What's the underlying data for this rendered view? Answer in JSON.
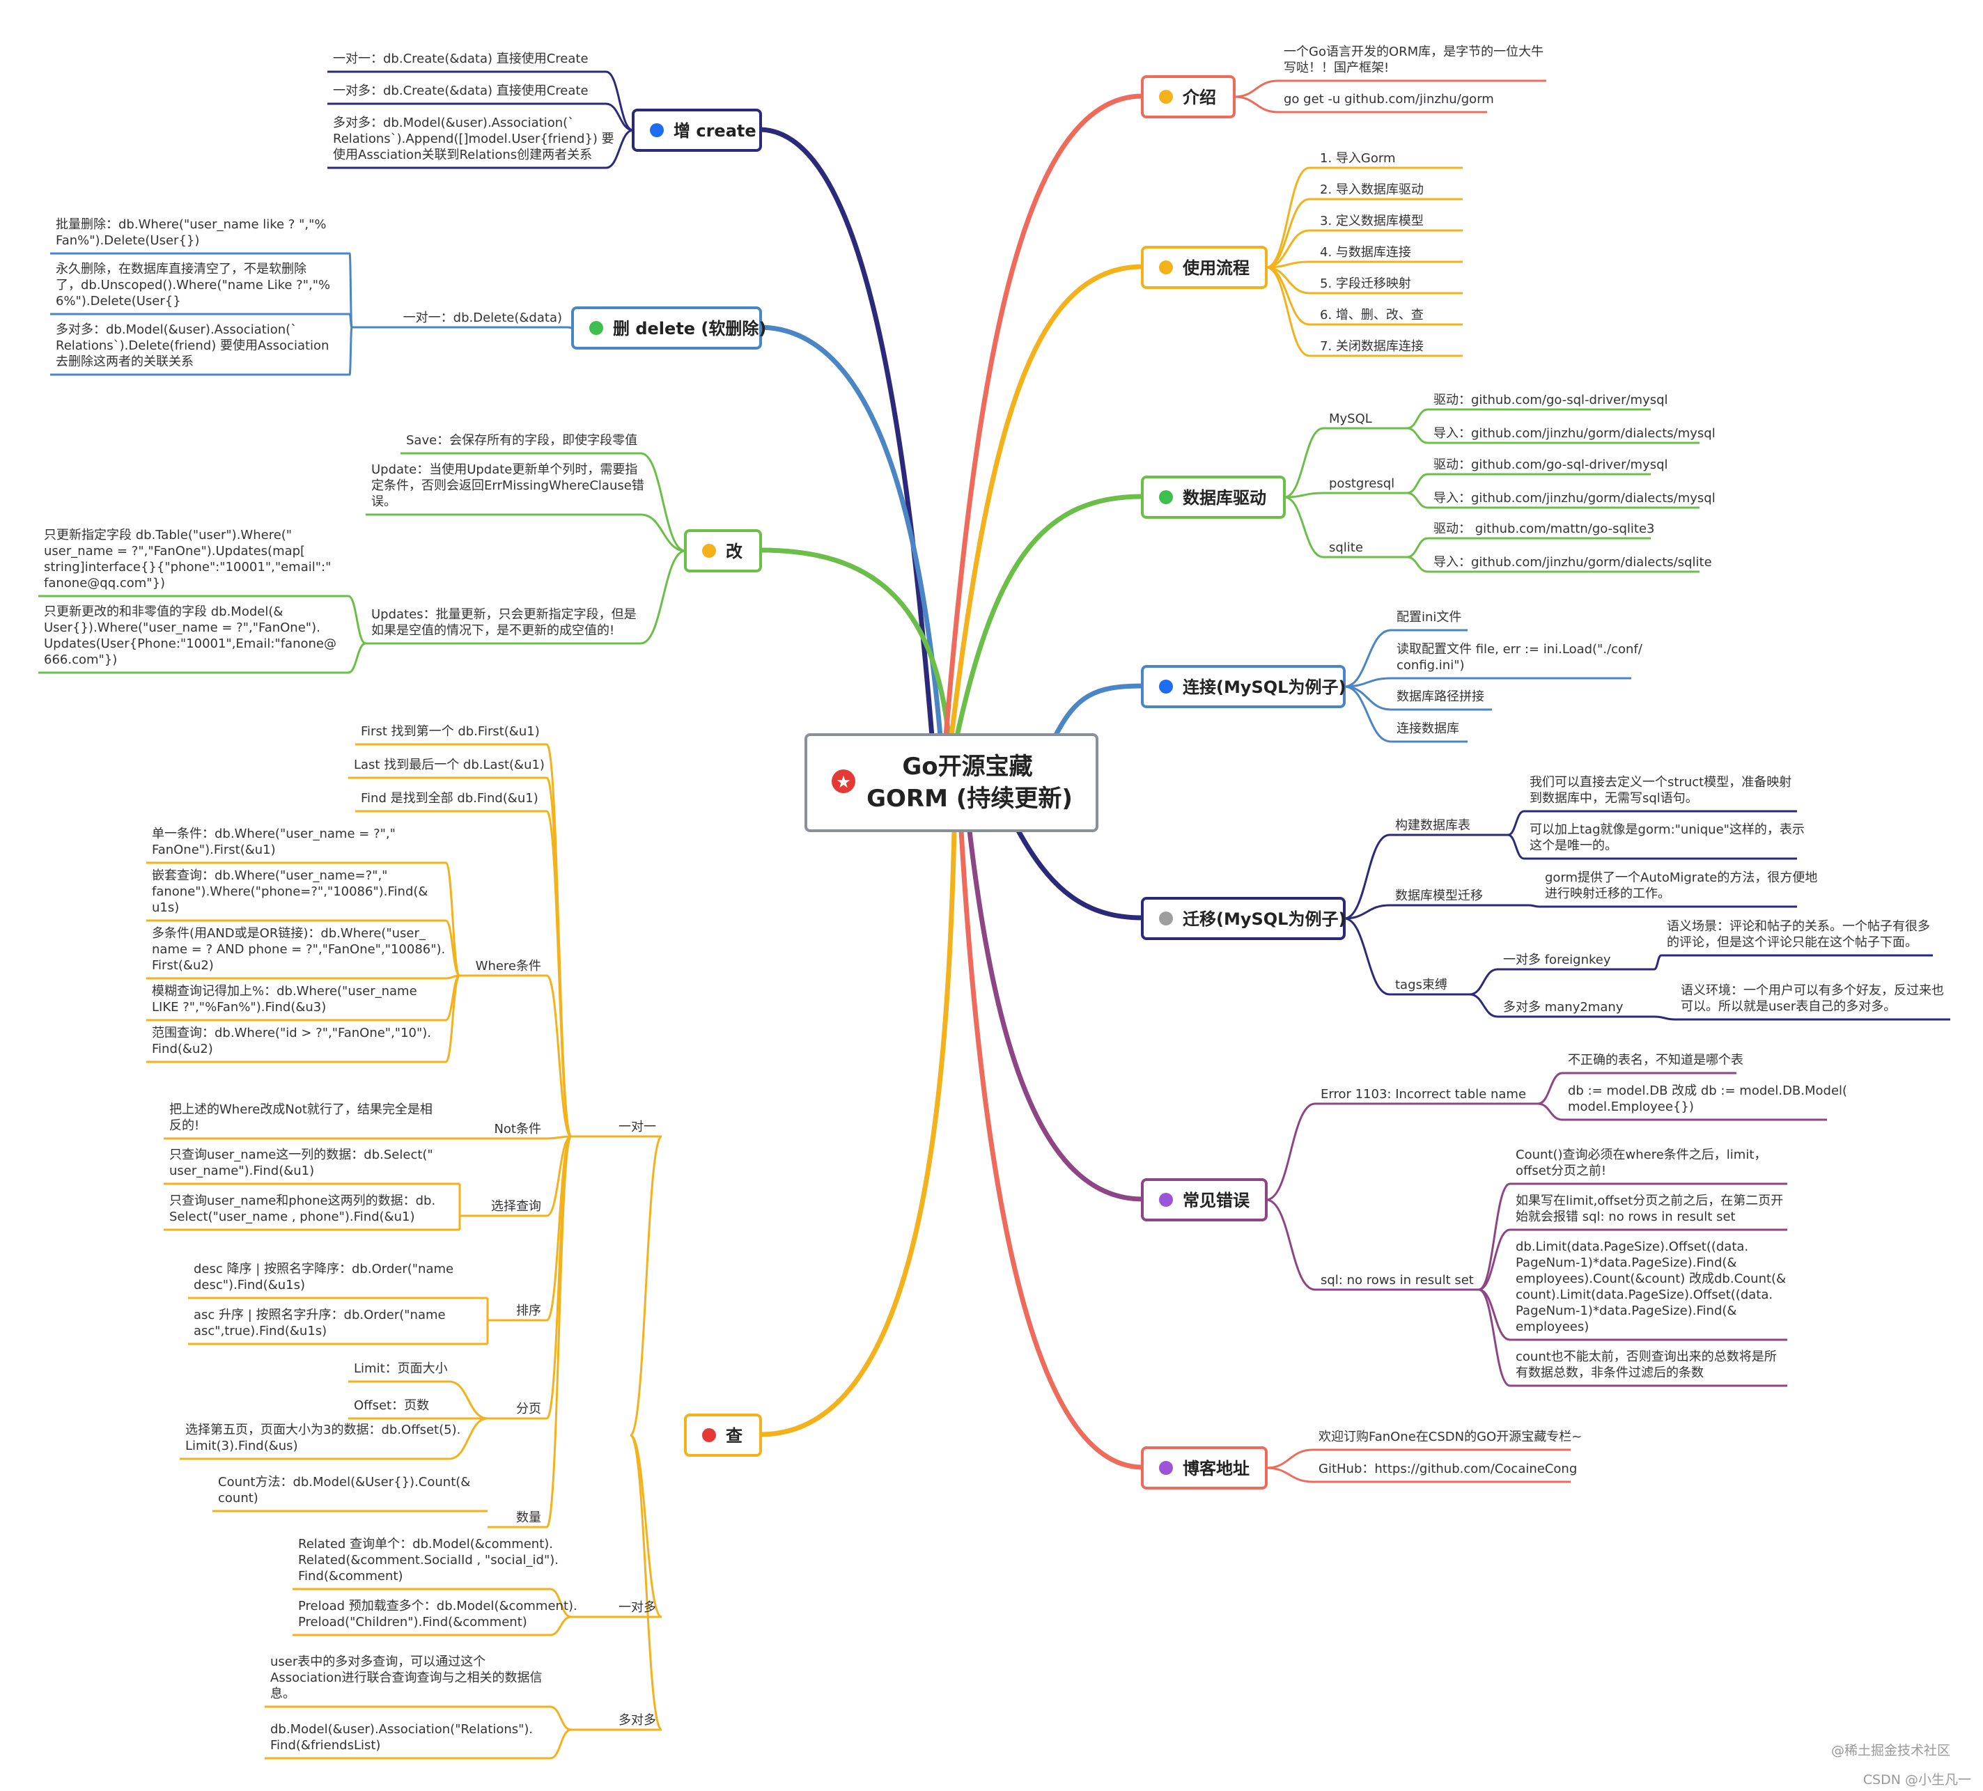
{
  "center": {
    "lines": [
      "Go开源宝藏",
      "GORM (持续更新)"
    ],
    "icon": "star-icon",
    "iconColor": "#e53935"
  },
  "colors": {
    "create": "#2b2a7a",
    "delete": "#4a86c5",
    "update": "#6bbf48",
    "query": "#f3b21c",
    "intro": "#ee6b5b",
    "flow": "#f3b21c",
    "driver": "#6bbf48",
    "connect": "#4a86c5",
    "migrate": "#2b2a7a",
    "errors": "#8e4585",
    "blog": "#ee6b5b"
  },
  "bullets": {
    "create": "#1e6cf0",
    "delete": "#3fbf4f",
    "update": "#f3b21c",
    "query": "#e53935",
    "intro": "#f3b21c",
    "flow": "#f3b21c",
    "driver": "#3fbf4f",
    "connect": "#1e6cf0",
    "migrate": "#9e9e9e",
    "errors": "#9b55d6",
    "blog": "#9b55d6"
  },
  "branches": {
    "create": {
      "label": "增 create",
      "items": [
        [
          "一对一：db.Create(&data) 直接使用Create"
        ],
        [
          "一对多：db.Create(&data) 直接使用Create"
        ],
        [
          "多对多：db.Model(&user).Association(`",
          "Relations`).Append([]model.User{friend}) 要",
          "使用Assciation关联到Relations创建两者关系"
        ]
      ]
    },
    "delete": {
      "label": "删 delete (软删除)",
      "topic": "一对一：db.Delete(&data)",
      "items": [
        [
          "批量删除：db.Where(\"user_name like ? \",\"%",
          "Fan%\").Delete(User{})"
        ],
        [
          "永久删除，在数据库直接清空了，不是软删除",
          "了，db.Unscoped().Where(\"name Like ?\",\"%",
          "6%\").Delete(User{}"
        ],
        [
          "多对多：db.Model(&user).Association(`",
          "Relations`).Delete(friend) 要使用Association",
          "去删除这两者的关联关系"
        ]
      ]
    },
    "update": {
      "label": "改",
      "save": [
        "Save：会保存所有的字段，即使字段零值"
      ],
      "update": [
        "Update：当使用Update更新单个列时，需要指",
        "定条件，否则会返回ErrMissingWhereClause错",
        "误。"
      ],
      "updates": [
        "Updates：批量更新，只会更新指定字段，但是",
        "如果是空值的情况下，是不更新的成空值的!"
      ],
      "updatesItems": [
        [
          "只更新指定字段 db.Table(\"user\").Where(\"",
          "user_name = ?\",\"FanOne\").Updates(map[",
          "string]interface{}{\"phone\":\"10001\",\"email\":\"",
          "fanone@qq.com\"})"
        ],
        [
          "只更新更改的和非零值的字段 db.Model(&",
          "User{}).Where(\"user_name = ?\",\"FanOne\").",
          "Updates(User{Phone:\"10001\",Email:\"fanone@",
          "666.com\"})"
        ]
      ]
    },
    "query": {
      "label": "查",
      "oneToOne": "一对一",
      "oneToMany": "一对多",
      "manyToMany": "多对多",
      "first": [
        "First 找到第一个 db.First(&u1)"
      ],
      "last": [
        "Last 找到最后一个 db.Last(&u1)"
      ],
      "find": [
        "Find 是找到全部 db.Find(&u1)"
      ],
      "whereLabel": "Where条件",
      "where": [
        [
          "单一条件：db.Where(\"user_name = ?\",\"",
          "FanOne\").First(&u1)"
        ],
        [
          "嵌套查询：db.Where(\"user_name=?\",\"",
          "fanone\").Where(\"phone=?\",\"10086\").Find(&",
          "u1s)"
        ],
        [
          "多条件(用AND或是OR链接)：db.Where(\"user_",
          "name = ? AND phone = ?\",\"FanOne\",\"10086\").",
          "First(&u2)"
        ],
        [
          "模糊查询记得加上%：db.Where(\"user_name",
          "LIKE ?\",\"%Fan%\").Find(&u3)"
        ],
        [
          "范围查询：db.Where(\"id > ?\",\"FanOne\",\"10\").",
          "Find(&u2)"
        ]
      ],
      "notLabel": "Not条件",
      "not": [
        "把上述的Where改成Not就行了，结果完全是相",
        "反的!"
      ],
      "selectLabel": "选择查询",
      "select": [
        [
          "只查询user_name这一列的数据：db.Select(\"",
          "user_name\").Find(&u1)"
        ],
        [
          "只查询user_name和phone这两列的数据：db.",
          "Select(\"user_name , phone\").Find(&u1)"
        ]
      ],
      "orderLabel": "排序",
      "order": [
        [
          "desc 降序 | 按照名字降序：db.Order(\"name",
          "desc\").Find(&u1s)"
        ],
        [
          "asc 升序 | 按照名字升序：db.Order(\"name",
          "asc\",true).Find(&u1s)"
        ]
      ],
      "pageLabel": "分页",
      "page": [
        [
          "Limit：页面大小"
        ],
        [
          "Offset：页数"
        ],
        [
          "选择第五页，页面大小为3的数据：db.Offset(5).",
          "Limit(3).Find(&us)"
        ]
      ],
      "countLabel": "数量",
      "count": [
        "Count方法：db.Model(&User{}).Count(&",
        "count)"
      ],
      "oneToManyItems": [
        [
          "Related 查询单个：db.Model(&comment).",
          "Related(&comment.SocialId , \"social_id\").",
          "Find(&comment)"
        ],
        [
          "Preload 预加载查多个：db.Model(&comment).",
          "Preload(\"Children\").Find(&comment)"
        ]
      ],
      "manyToManyItems": [
        [
          "user表中的多对多查询，可以通过这个",
          "Association进行联合查询查询与之相关的数据信",
          "息。"
        ],
        [
          "db.Model(&user).Association(\"Relations\").",
          "Find(&friendsList)"
        ]
      ]
    },
    "intro": {
      "label": "介绍",
      "items": [
        [
          "一个Go语言开发的ORM库，是字节的一位大牛",
          "写哒！！国产框架!"
        ],
        [
          "go get -u github.com/jinzhu/gorm"
        ]
      ]
    },
    "flow": {
      "label": "使用流程",
      "items": [
        "1. 导入Gorm",
        "2. 导入数据库驱动",
        "3. 定义数据库模型",
        "4. 与数据库连接",
        "5. 字段迁移映射",
        "6. 增、删、改、查",
        "7. 关闭数据库连接"
      ]
    },
    "driver": {
      "label": "数据库驱动",
      "groups": [
        {
          "name": "MySQL",
          "items": [
            "驱动：github.com/go-sql-driver/mysql",
            "导入：github.com/jinzhu/gorm/dialects/mysql"
          ]
        },
        {
          "name": "postgresql",
          "items": [
            "驱动：github.com/go-sql-driver/mysql",
            "导入：github.com/jinzhu/gorm/dialects/mysql"
          ]
        },
        {
          "name": "sqlite",
          "items": [
            "驱动： github.com/mattn/go-sqlite3",
            "导入：github.com/jinzhu/gorm/dialects/sqlite"
          ]
        }
      ]
    },
    "connect": {
      "label": "连接(MySQL为例子)",
      "items": [
        [
          "配置ini文件"
        ],
        [
          "读取配置文件 file, err := ini.Load(\"./conf/",
          "config.ini\")"
        ],
        [
          "数据库路径拼接"
        ],
        [
          "连接数据库"
        ]
      ]
    },
    "migrate": {
      "label": "迁移(MySQL为例子)",
      "build": "构建数据库表",
      "buildItems": [
        [
          "我们可以直接去定义一个struct模型，准备映射",
          "到数据库中，无需写sql语句。"
        ],
        [
          "可以加上tag就像是gorm:\"unique\"这样的，表示",
          "这个是唯一的。"
        ]
      ],
      "model": "数据库模型迁移",
      "modelItem": [
        "gorm提供了一个AutoMigrate的方法，很方便地",
        "进行映射迁移的工作。"
      ],
      "tags": "tags束缚",
      "fk": "一对多 foreignkey",
      "fkItem": [
        "语义场景：评论和帖子的关系。一个帖子有很多",
        "的评论，但是这个评论只能在这个帖子下面。"
      ],
      "m2m": "多对多 many2many",
      "m2mItem": [
        "语义环境：一个用户可以有多个好友，反过来也",
        "可以。所以就是user表自己的多对多。"
      ]
    },
    "errors": {
      "label": "常见错误",
      "e1": "Error 1103: Incorrect table name",
      "e1Items": [
        [
          "不正确的表名，不知道是哪个表"
        ],
        [
          "db := model.DB  改成 db := model.DB.Model(",
          "model.Employee{})"
        ]
      ],
      "e2": "sql: no rows in result set",
      "e2Items": [
        [
          "Count()查询必须在where条件之后，limit，",
          "offset分页之前!"
        ],
        [
          "如果写在limit,offset分页之前之后，在第二页开",
          "始就会报错 sql: no rows in result set"
        ],
        [
          "db.Limit(data.PageSize).Offset((data.",
          "PageNum-1)*data.PageSize).Find(&",
          "employees).Count(&count) 改成db.Count(&",
          "count).Limit(data.PageSize).Offset((data.",
          "PageNum-1)*data.PageSize).Find(&",
          "employees)"
        ],
        [
          "count也不能太前，否则查询出来的总数将是所",
          "有数据总数，非条件过滤后的条数"
        ]
      ]
    },
    "blog": {
      "label": "博客地址",
      "items": [
        [
          "欢迎订购FanOne在CSDN的GO开源宝藏专栏~"
        ],
        [
          "GitHub：https://github.com/CocaineCong"
        ]
      ]
    }
  },
  "watermarks": [
    "@稀土掘金技术社区",
    "CSDN @小生凡一"
  ]
}
